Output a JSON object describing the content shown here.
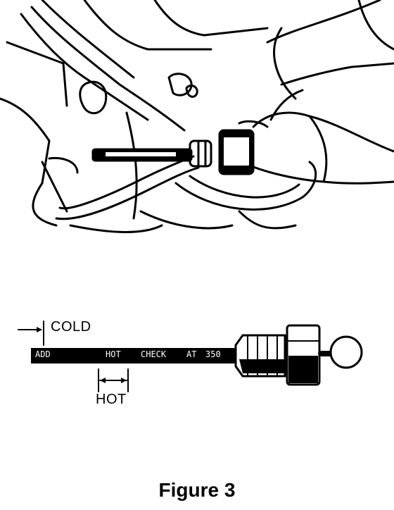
{
  "dipstick": {
    "marking_add": "ADD",
    "marking_hot": "HOT",
    "marking_check": "CHECK",
    "marking_at": "AT",
    "marking_temp": "350"
  },
  "labels": {
    "cold": "COLD",
    "hot": "HOT"
  },
  "caption": "Figure 3",
  "colors": {
    "ink": "#000000",
    "paper": "#ffffff"
  }
}
